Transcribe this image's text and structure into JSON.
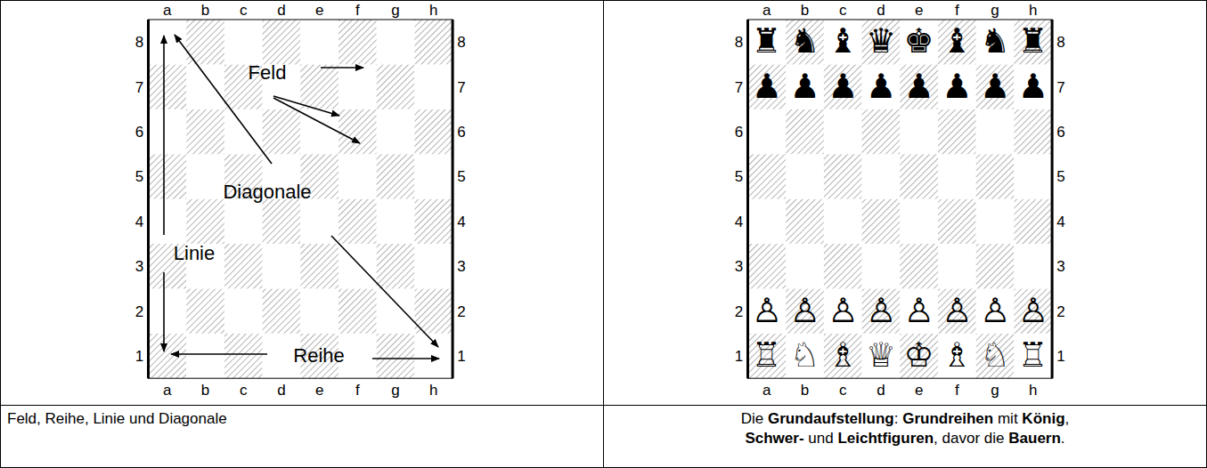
{
  "diagram": {
    "labels": [
      "a",
      "b",
      "c",
      "d",
      "e",
      "f",
      "g",
      "h",
      "8",
      "8",
      "7",
      "7",
      "6",
      "6",
      "5",
      "5",
      "4",
      "4",
      "3",
      "3",
      "2",
      "2",
      "1",
      "1",
      "a",
      "b",
      "c",
      "d",
      "e",
      "f",
      "g",
      "h",
      "a",
      "b",
      "c",
      "d",
      "e",
      "f",
      "g",
      "h",
      "8",
      "8",
      "7",
      "7",
      "6",
      "6",
      "5",
      "5",
      "4",
      "4",
      "3",
      "3",
      "2",
      "2",
      "1",
      "1",
      "a",
      "b",
      "c",
      "d",
      "e",
      "f",
      "g",
      "h",
      "Feld",
      "Diagonale",
      "Linie",
      "Reihe",
      "♜",
      "♞",
      "♝",
      "♛",
      "♚",
      "♝",
      "♞",
      "♜",
      "♟",
      "♟",
      "♟",
      "♟",
      "♟",
      "♟",
      "♟",
      "♟",
      "♙",
      "♙",
      "♙",
      "♙",
      "♙",
      "♙",
      "♙",
      "♙",
      "♖",
      "♘",
      "♗",
      "♕",
      "♔",
      "♗",
      "♘",
      "♖",
      "Feld, Reihe, Linie und Diagonale",
      "Die",
      "Grundaufstellung",
      ":",
      "Grundreihen",
      "mit",
      "König",
      ",",
      "Schwer-",
      "und",
      "Leichtfiguren",
      ",",
      "davor die",
      "Bauern",
      "."
    ]
  }
}
